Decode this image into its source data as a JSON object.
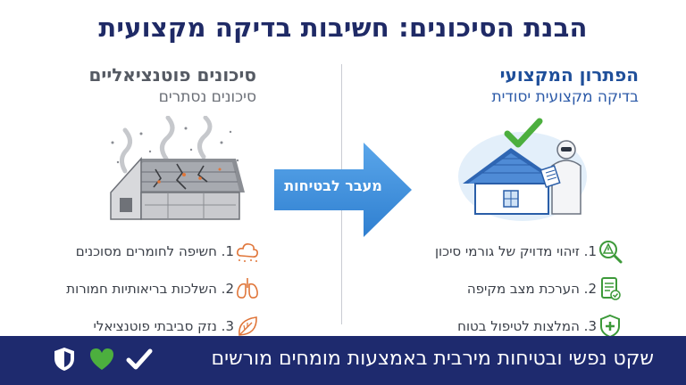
{
  "title": "הבנת הסיכונים: חשיבות בדיקה מקצועית",
  "solution": {
    "heading": "הפתרון המקצועי",
    "subheading": "בדיקה מקצועית יסודית",
    "illustration_icon": "inspector-roof-checkmark-illustration",
    "items": [
      {
        "text": "1. זיהוי מדויק של גורמי סיכון",
        "icon": "hazard-magnifier-icon"
      },
      {
        "text": "2. הערכת מצב מקיפה",
        "icon": "checklist-document-icon"
      },
      {
        "text": "3. המלצות לטיפול בטוח",
        "icon": "shield-plus-icon"
      }
    ]
  },
  "risks": {
    "heading": "סיכונים פוטנציאליים",
    "subheading": "סיכונים נסתרים",
    "illustration_icon": "damaged-roof-dust-illustration",
    "items": [
      {
        "text": "1. חשיפה לחומרים מסוכנים",
        "icon": "dust-cloud-icon"
      },
      {
        "text": "2. השלכות בריאותיות חמורות",
        "icon": "lungs-icon"
      },
      {
        "text": "3. נזק סביבתי פוטנציאלי",
        "icon": "leaf-icon"
      }
    ]
  },
  "arrow": {
    "label": "מעבר לבטיחות",
    "color": "#3f8fdc"
  },
  "footer": {
    "text": "שקט נפשי ובטיחות מירבית באמצעות מומחים מורשים",
    "background": "#1e2a6e",
    "icons": [
      "shield-icon",
      "heart-icon",
      "checkmark-icon"
    ]
  }
}
